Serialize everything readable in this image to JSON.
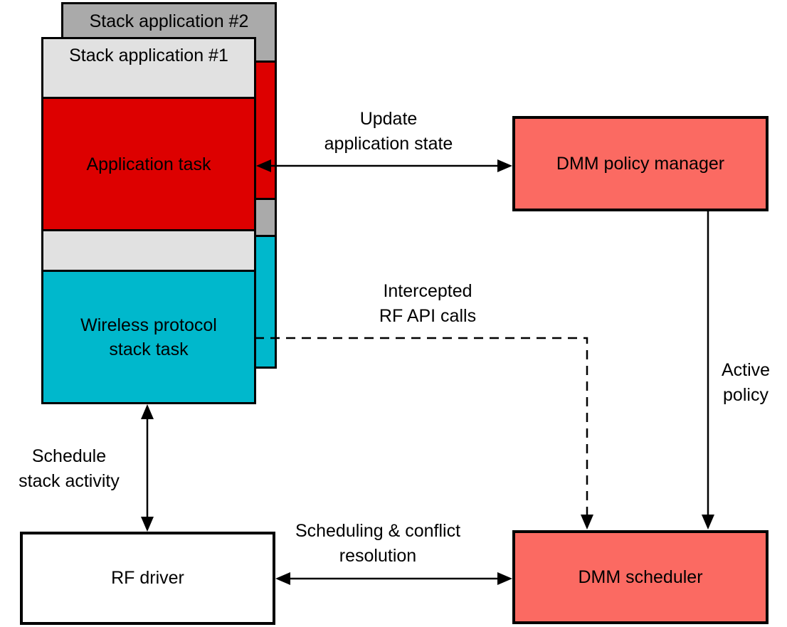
{
  "diagram": {
    "stack_application_2": {
      "title": "Stack application #2"
    },
    "stack_application_1": {
      "title": "Stack application #1",
      "application_task": "Application task",
      "wireless_stack_task_line1": "Wireless protocol",
      "wireless_stack_task_line2": "stack task"
    },
    "boxes": {
      "dmm_policy_manager": "DMM policy manager",
      "dmm_scheduler": "DMM scheduler",
      "rf_driver": "RF driver"
    },
    "arrow_labels": {
      "update_state_line1": "Update",
      "update_state_line2": "application state",
      "intercepted_line1": "Intercepted",
      "intercepted_line2": "RF API calls",
      "active_policy_line1": "Active",
      "active_policy_line2": "policy",
      "schedule_activity_line1": "Schedule",
      "schedule_activity_line2": "stack activity",
      "scheduling_conflict_line1": "Scheduling & conflict",
      "scheduling_conflict_line2": "resolution"
    },
    "colors": {
      "red": "#DD0000",
      "cyan": "#00B8CC",
      "salmon": "#FB6A62",
      "gray": "#AAAAAA",
      "lightgray": "#E1E1E1",
      "line": "#000000"
    }
  }
}
